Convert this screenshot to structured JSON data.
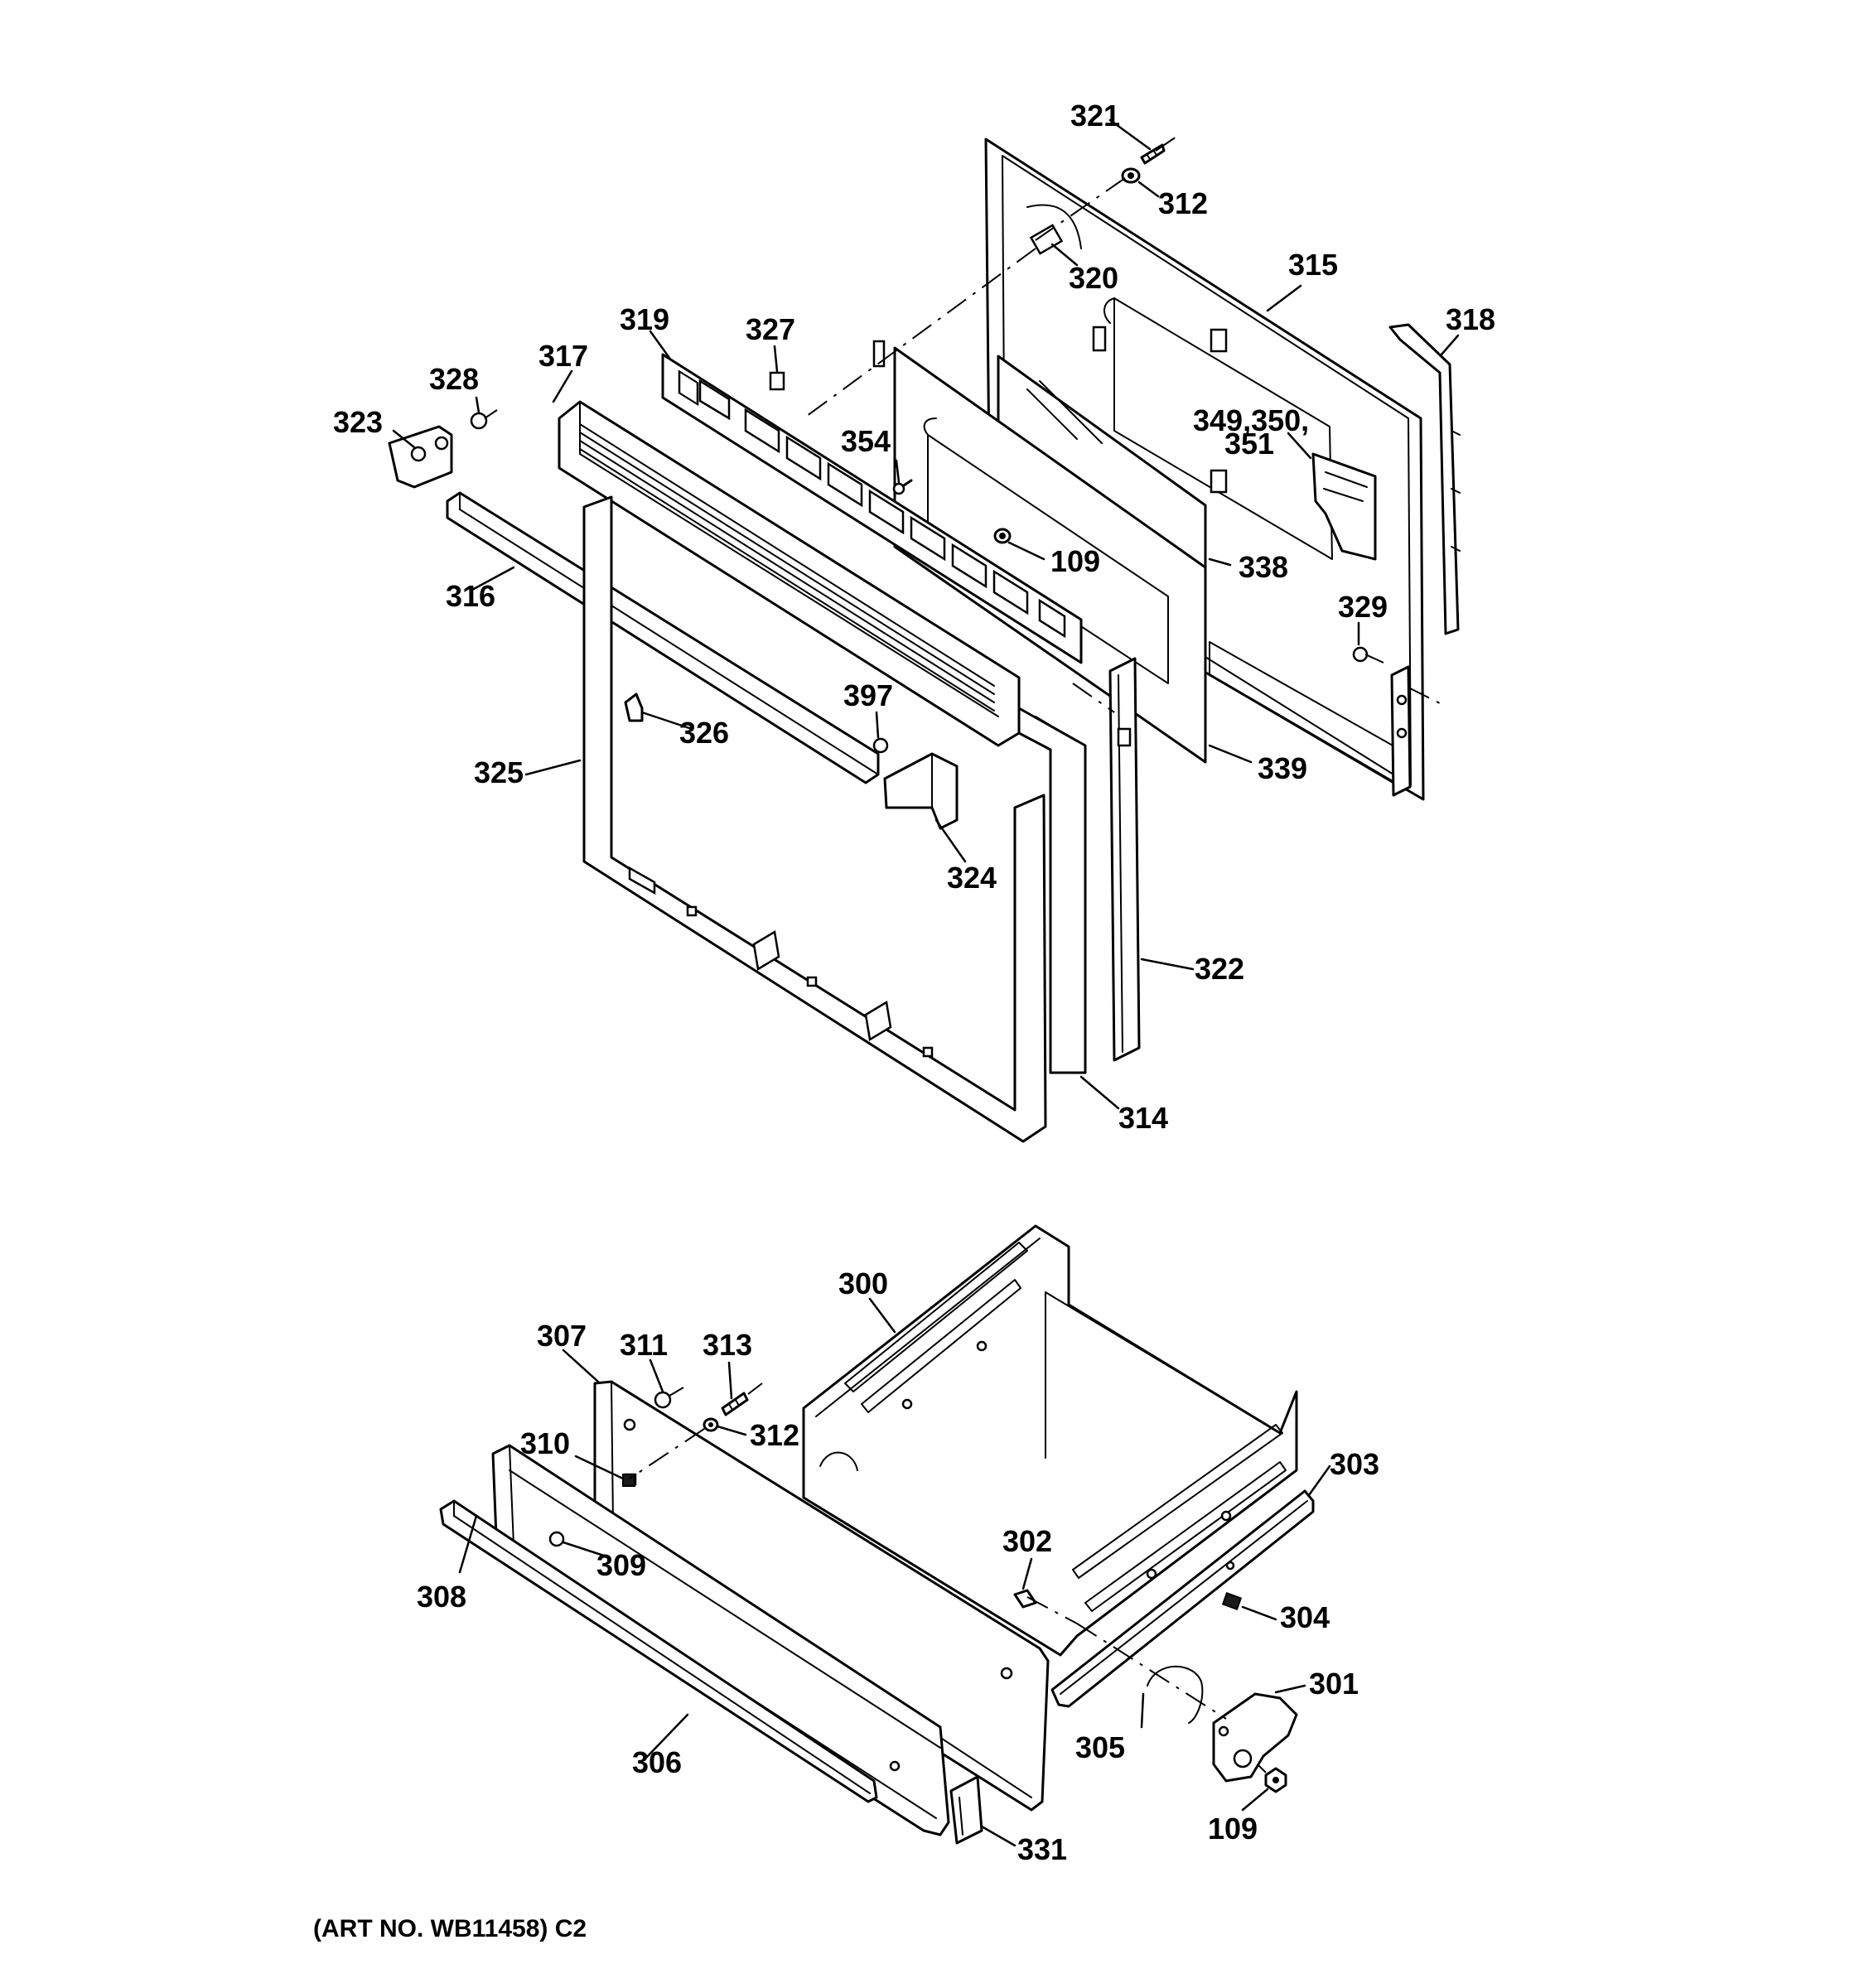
{
  "labels": {
    "p321": "321",
    "p312a": "312",
    "p320": "320",
    "p315": "315",
    "p318": "318",
    "p319": "319",
    "p327": "327",
    "p317": "317",
    "p328": "328",
    "p323": "323",
    "p349": "349,350,",
    "p351": "351",
    "p354": "354",
    "p109a": "109",
    "p338": "338",
    "p316": "316",
    "p329": "329",
    "p397": "397",
    "p326": "326",
    "p325": "325",
    "p339": "339",
    "p324": "324",
    "p322": "322",
    "p314": "314",
    "p300": "300",
    "p307": "307",
    "p311": "311",
    "p313": "313",
    "p312b": "312",
    "p310": "310",
    "p303": "303",
    "p309": "309",
    "p302": "302",
    "p308": "308",
    "p304": "304",
    "p301": "301",
    "p305": "305",
    "p306": "306",
    "p109b": "109",
    "p331": "331"
  },
  "caption": "(ART NO. WB11458) C2"
}
